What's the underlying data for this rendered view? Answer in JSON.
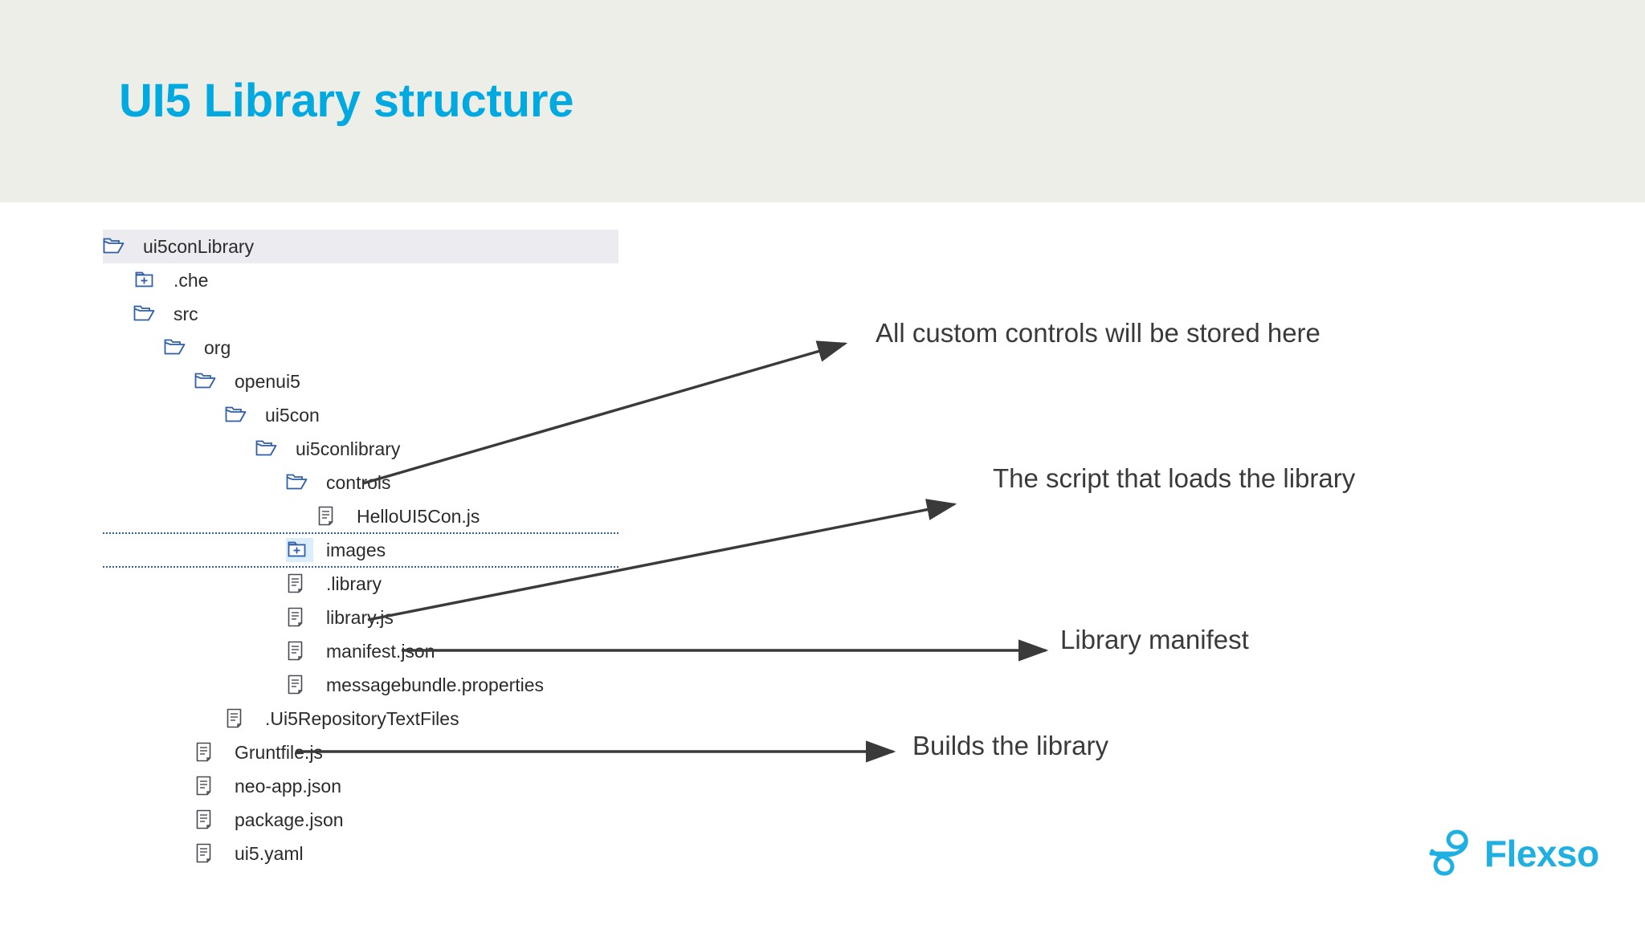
{
  "slide": {
    "title": "UI5 Library structure",
    "title_color": "#00a9e0",
    "header_bg": "#eeeee8",
    "body_bg": "#ffffff"
  },
  "tree": {
    "selected_row_bg": "#ececf0",
    "icon_color": "#2f5fa8",
    "text_color": "#2b2b2b",
    "items": [
      {
        "label": "ui5conLibrary",
        "icon": "folder-open-icon",
        "depth": 0,
        "state": "selected"
      },
      {
        "label": ".che",
        "icon": "folder-collapsed-icon",
        "depth": 1,
        "state": "collapsed"
      },
      {
        "label": "src",
        "icon": "folder-open-icon",
        "depth": 1,
        "state": "expanded"
      },
      {
        "label": "org",
        "icon": "folder-open-icon",
        "depth": 2,
        "state": "expanded"
      },
      {
        "label": "openui5",
        "icon": "folder-open-icon",
        "depth": 3,
        "state": "expanded"
      },
      {
        "label": "ui5con",
        "icon": "folder-open-icon",
        "depth": 4,
        "state": "expanded"
      },
      {
        "label": "ui5conlibrary",
        "icon": "folder-open-icon",
        "depth": 5,
        "state": "expanded"
      },
      {
        "label": "controls",
        "icon": "folder-open-icon",
        "depth": 6,
        "state": "expanded"
      },
      {
        "label": "HelloUI5Con.js",
        "icon": "file-icon",
        "depth": 7,
        "state": "normal"
      },
      {
        "label": "images",
        "icon": "folder-collapsed-icon",
        "depth": 6,
        "state": "drop-target"
      },
      {
        "label": ".library",
        "icon": "file-icon",
        "depth": 6,
        "state": "normal"
      },
      {
        "label": "library.js",
        "icon": "file-icon",
        "depth": 6,
        "state": "normal"
      },
      {
        "label": "manifest.json",
        "icon": "file-icon",
        "depth": 6,
        "state": "normal"
      },
      {
        "label": "messagebundle.properties",
        "icon": "file-icon",
        "depth": 6,
        "state": "normal"
      },
      {
        "label": ".Ui5RepositoryTextFiles",
        "icon": "file-icon",
        "depth": 4,
        "state": "normal"
      },
      {
        "label": "Gruntfile.js",
        "icon": "file-icon",
        "depth": 3,
        "state": "normal"
      },
      {
        "label": "neo-app.json",
        "icon": "file-icon",
        "depth": 3,
        "state": "normal"
      },
      {
        "label": "package.json",
        "icon": "file-icon",
        "depth": 3,
        "state": "normal"
      },
      {
        "label": "ui5.yaml",
        "icon": "file-icon",
        "depth": 3,
        "state": "normal"
      }
    ]
  },
  "annotations": [
    {
      "text": "All custom controls will be stored here",
      "target": "controls"
    },
    {
      "text": "The script that loads the library",
      "target": "library.js"
    },
    {
      "text": "Library manifest",
      "target": "manifest.json"
    },
    {
      "text": "Builds the library",
      "target": "Gruntfile.js"
    }
  ],
  "logo": {
    "text": "Flexso",
    "color": "#1eb0e3"
  }
}
